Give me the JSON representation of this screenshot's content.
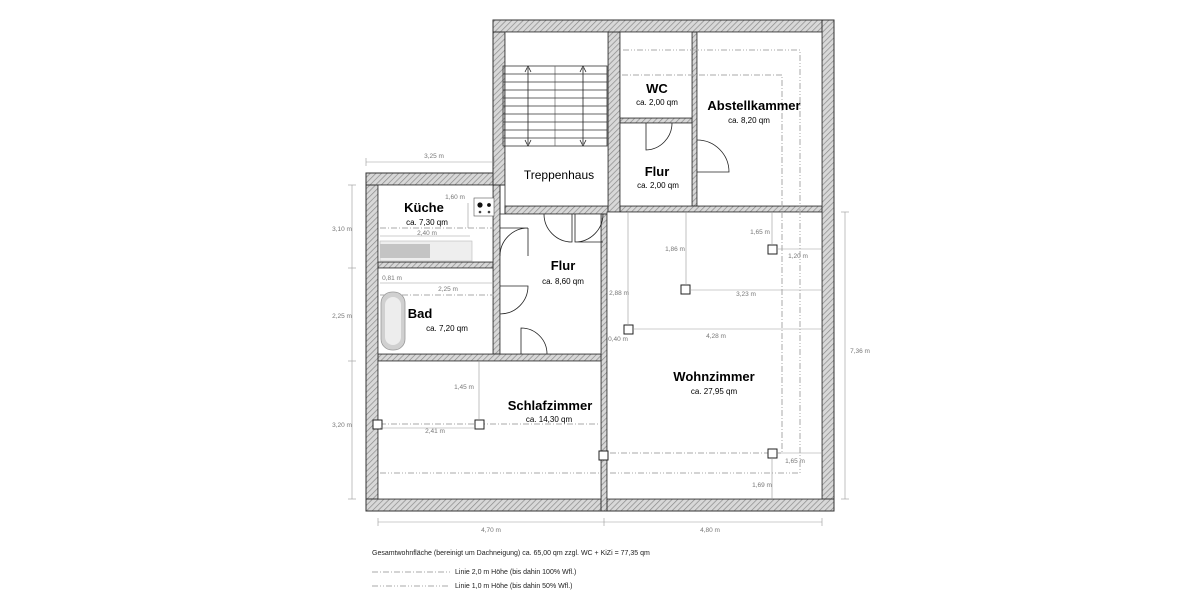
{
  "rooms": {
    "treppenhaus": {
      "name": "Treppenhaus"
    },
    "wc": {
      "name": "WC",
      "area": "ca. 2,00 qm"
    },
    "abstellkammer": {
      "name": "Abstellkammer",
      "area": "ca. 8,20 qm"
    },
    "flur_small": {
      "name": "Flur",
      "area": "ca. 2,00 qm"
    },
    "kueche": {
      "name": "Küche",
      "area": "ca. 7,30 qm"
    },
    "flur": {
      "name": "Flur",
      "area": "ca. 8,60 qm"
    },
    "bad": {
      "name": "Bad",
      "area": "ca. 7,20 qm"
    },
    "schlafzimmer": {
      "name": "Schlafzimmer",
      "area": "ca. 14,30 qm"
    },
    "wohnzimmer": {
      "name": "Wohnzimmer",
      "area": "ca. 27,95 qm"
    }
  },
  "dimensions": {
    "top_325": "3,25 m",
    "k_160": "1,60 m",
    "k_240": "2,40 m",
    "b_081": "0,81 m",
    "b_225": "2,25 m",
    "s_145": "1,45 m",
    "s_241": "2,41 m",
    "left_310": "3,10 m",
    "left_225": "2,25 m",
    "left_320": "3,20 m",
    "bottom_470": "4,70 m",
    "bottom_480": "4,80 m",
    "right_736": "7,36 m",
    "w_165a": "1,65 m",
    "w_120": "1,20 m",
    "w_186": "1,86 m",
    "w_323": "3,23 m",
    "w_288": "2,88 m",
    "w_428": "4,28 m",
    "w_040": "0,40 m",
    "w_165b": "1,65 m",
    "w_169": "1,69 m"
  },
  "legend": {
    "total": "Gesamtwohnfläche (bereinigt um Dachneigung) ca. 65,00 qm zzgl. WC + KiZi = 77,35 qm",
    "line1": "Linie 2,0 m Höhe (bis dahin 100% Wfl.)",
    "line2": "Linie 1,0 m Höhe (bis dahin   50% Wfl.)"
  }
}
